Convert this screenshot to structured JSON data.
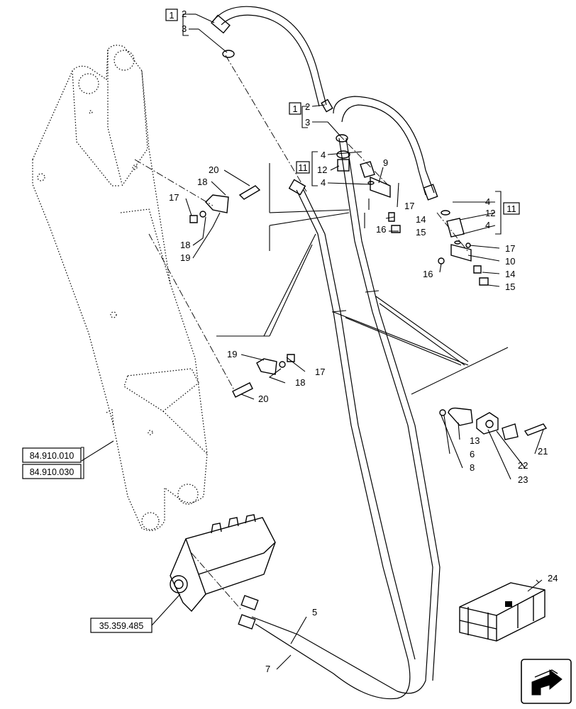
{
  "callouts": {
    "c2a": "2",
    "c3a": "3",
    "box1a": "1",
    "c2b": "2",
    "c3b": "3",
    "box1b": "1",
    "c4a": "4",
    "c12a": "12",
    "c4b": "4",
    "box11a": "11",
    "c9": "9",
    "c17a": "17",
    "c14a": "14",
    "c15a": "15",
    "c16a": "16",
    "c4c": "4",
    "c12b": "12",
    "c4d": "4",
    "box11b": "11",
    "c17b": "17",
    "c10": "10",
    "c16b": "16",
    "c14b": "14",
    "c15b": "15",
    "c20a": "20",
    "c18a": "18",
    "c17c": "17",
    "c18b": "18",
    "c19a": "19",
    "c19b": "19",
    "c17d": "17",
    "c18c": "18",
    "c20b": "20",
    "c13": "13",
    "c6": "6",
    "c8": "8",
    "c22": "22",
    "c23": "23",
    "c21": "21",
    "c24": "24",
    "c5": "5",
    "c7": "7"
  },
  "references": {
    "ref_boom_1": "84.910.010",
    "ref_boom_2": "84.910.030",
    "ref_valve": "35.359.485"
  },
  "icons": {
    "nav": "next-page-arrow-icon"
  }
}
